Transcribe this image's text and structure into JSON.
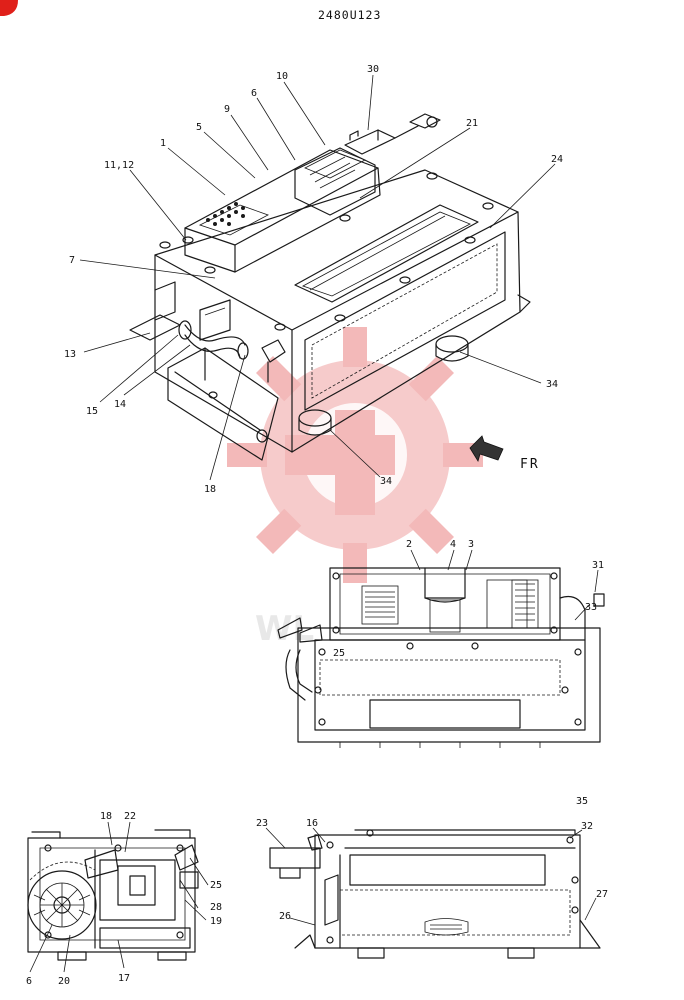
{
  "diagram": {
    "drawing_code": "2480U123",
    "direction_label": "FR",
    "brand_color": "#e0201a",
    "watermark_color": "#f3b9b9",
    "callouts": {
      "main": [
        "1",
        "5",
        "9",
        "6",
        "10",
        "30",
        "21",
        "24",
        "11,12",
        "7",
        "13",
        "15",
        "14",
        "18",
        "34",
        "34"
      ],
      "rear": [
        "2",
        "4",
        "3",
        "31",
        "33",
        "25"
      ],
      "side_left": [
        "18",
        "22",
        "25",
        "28",
        "19",
        "6",
        "20",
        "17"
      ],
      "side_right": [
        "23",
        "16",
        "35",
        "32",
        "27",
        "26"
      ]
    }
  }
}
